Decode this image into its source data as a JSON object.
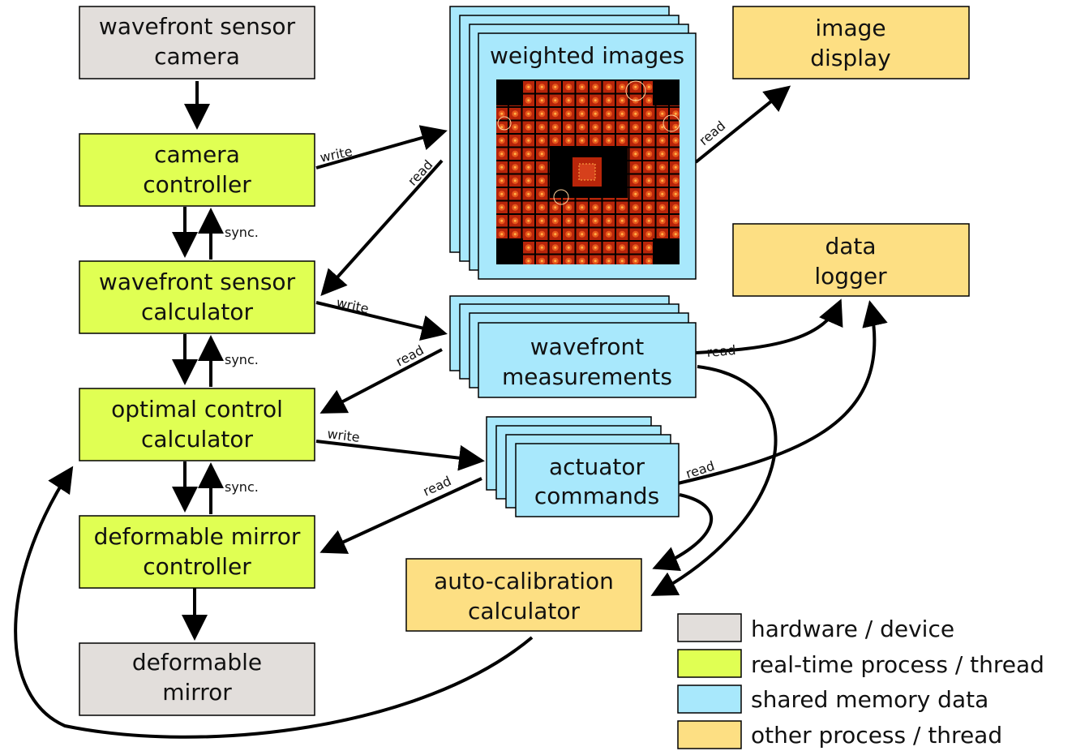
{
  "colors": {
    "hardware": "#e2dedb",
    "realtime": "#e0ff53",
    "shared": "#a8e8fc",
    "other": "#fddf83",
    "stroke": "#000000",
    "edge": "#000000"
  },
  "nodes": {
    "wavefront_sensor_camera": [
      "wavefront sensor",
      "camera"
    ],
    "camera_controller": [
      "camera",
      "controller"
    ],
    "wavefront_sensor_calculator": [
      "wavefront sensor",
      "calculator"
    ],
    "optimal_control_calculator": [
      "optimal control",
      "calculator"
    ],
    "deformable_mirror_controller": [
      "deformable mirror",
      "controller"
    ],
    "deformable_mirror": [
      "deformable",
      "mirror"
    ],
    "weighted_images": [
      "weighted images"
    ],
    "wavefront_measurements": [
      "wavefront",
      "measurements"
    ],
    "actuator_commands": [
      "actuator",
      "commands"
    ],
    "image_display": [
      "image",
      "display"
    ],
    "data_logger": [
      "data",
      "logger"
    ],
    "auto_calibration_calculator": [
      "auto-calibration",
      "calculator"
    ]
  },
  "edge_labels": {
    "write": "write",
    "read": "read",
    "sync": "sync."
  },
  "legend": [
    {
      "label": "hardware / device",
      "color_key": "hardware"
    },
    {
      "label": "real-time process / thread",
      "color_key": "realtime"
    },
    {
      "label": "shared memory data",
      "color_key": "shared"
    },
    {
      "label": "other process / thread",
      "color_key": "other"
    }
  ]
}
